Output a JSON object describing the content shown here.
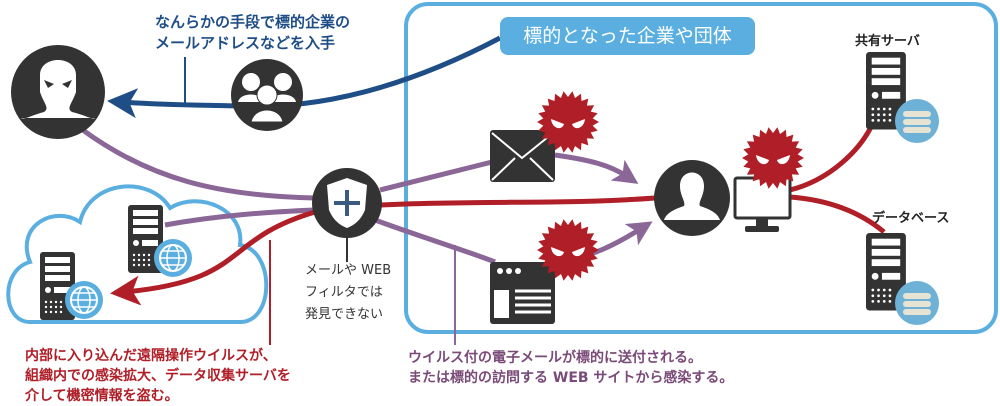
{
  "texts": {
    "acquire": [
      "なんらかの手段で標的企業の",
      "メールアドレスなどを入手"
    ],
    "org_title": "標的となった企業や団体",
    "shared_server": "共有サーバ",
    "database": "データベース",
    "filter_note": [
      "メールや WEB",
      "フィルタでは",
      "発見できない"
    ],
    "remote_virus": [
      "内部に入り込んだ遠隔操作ウイルスが、",
      "組織内での感染拡大、データ収集サーバを",
      "介して機密情報を盗む。"
    ],
    "infection": [
      "ウイルス付の電子メールが標的に送付される。",
      "または標的の訪問する WEB サイトから感染する。"
    ]
  },
  "colors": {
    "blue": "#1f4e87",
    "purple": "#8a6796",
    "red": "#b01e27",
    "light_blue": "#5aafe0",
    "dark": "#333333"
  }
}
